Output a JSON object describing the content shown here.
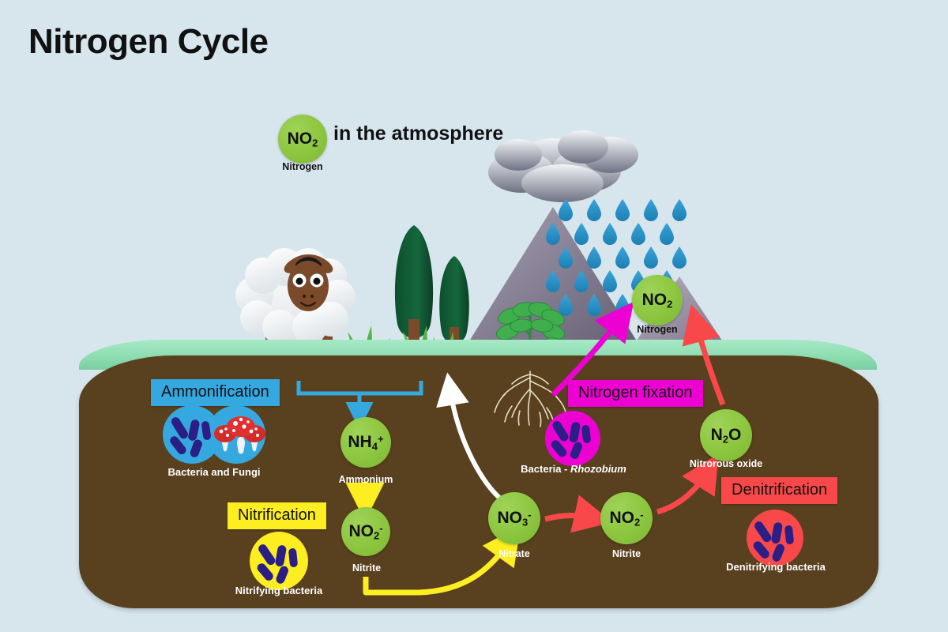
{
  "title": "Nitrogen Cycle",
  "colors": {
    "background": "#d7e5ed",
    "soil": "#59401e",
    "grass": "#8cdcb0",
    "molecule_green": "#8cc63f",
    "ammonification": "#35a8e0",
    "nitrification": "#fcee21",
    "nitrogen_fixation": "#ec00d2",
    "denitrification": "#f9484a",
    "bacteria_body": "#2b1e86",
    "rain": "#2a8fc4",
    "mountain": "#8b8397",
    "tree": "#0f5c37",
    "sheep_body": "#ffffff",
    "sheep_skin": "#7a4a2b"
  },
  "atmosphere": {
    "caption": "in the atmosphere",
    "molecule": {
      "formula": "NO",
      "sub": "2",
      "sup": "",
      "label": "Nitrogen"
    }
  },
  "mountain_molecule": {
    "formula": "NO",
    "sub": "2",
    "sup": "",
    "label": "Nitrogen"
  },
  "process_tags": {
    "ammonification": "Ammonification",
    "nitrification": "Nitrification",
    "nitrogen_fixation": "Nitrogen fixation",
    "denitrification": "Denitrification"
  },
  "organisms": [
    {
      "name": "bacteria-and-fungi",
      "label": "Bacteria and Fungi",
      "color": "#35a8e0"
    },
    {
      "name": "nitrifying-bacteria",
      "label": "Nitrifying bacteria",
      "color": "#fcee21"
    },
    {
      "name": "rhizobium-bacteria",
      "label_prefix": "Bacteria - ",
      "label_italic": "Rhozobium",
      "color": "#ec00d2"
    },
    {
      "name": "denitrifying-bacteria",
      "label": "Denitrifying bacteria",
      "color": "#f9484a"
    }
  ],
  "soil_molecules": [
    {
      "name": "ammonium",
      "formula": "NH",
      "sub": "4",
      "sup": "+",
      "label": "Ammonium"
    },
    {
      "name": "nitrite-upper",
      "formula": "NO",
      "sub": "2",
      "sup": "-",
      "label": "Nitrite"
    },
    {
      "name": "nitrate",
      "formula": "NO",
      "sub": "3",
      "sup": "-",
      "label": "Nitrate"
    },
    {
      "name": "nitrite-lower",
      "formula": "NO",
      "sub": "2",
      "sup": "-",
      "label": "Nitrite"
    },
    {
      "name": "nitrous-oxide",
      "formula": "N",
      "sub": "2",
      "sup": "",
      "suffix": "O",
      "label": "Nitrorous oxide"
    }
  ],
  "scene_elements": {
    "sheep": "sheep-icon",
    "trees": "conifer-tree-icon",
    "grass_tufts": "grass-tuft-icon",
    "plant": "legume-plant-icon",
    "roots": "root-system-icon",
    "clouds": "cloud-icon",
    "rain": "raindrop-icon",
    "mountains": "mountain-icon"
  },
  "arrows": [
    {
      "name": "uptake-to-ammonium-arrow",
      "color": "#35a8e0"
    },
    {
      "name": "ammonium-to-nitrite-arrow",
      "color": "#fcee21"
    },
    {
      "name": "nitrite-to-nitrate-arrow",
      "color": "#fcee21"
    },
    {
      "name": "nitrate-to-plant-arrow",
      "color": "#ffffff"
    },
    {
      "name": "nitrate-to-nitrite-arrow",
      "color": "#f9484a"
    },
    {
      "name": "nitrite-to-n2o-arrow",
      "color": "#f9484a"
    },
    {
      "name": "n2o-to-atmosphere-arrow",
      "color": "#f9484a"
    },
    {
      "name": "fixation-arrow",
      "color": "#ec00d2"
    }
  ]
}
